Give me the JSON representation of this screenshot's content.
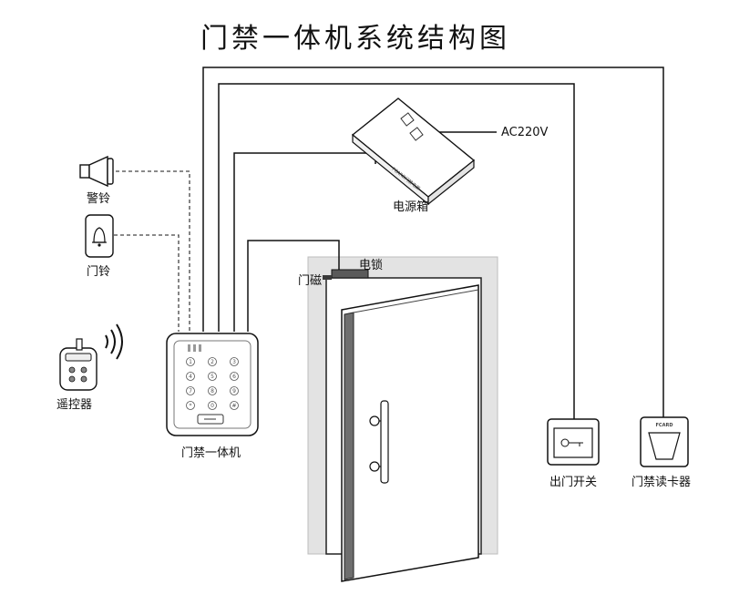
{
  "diagram": {
    "title": "门禁一体机系统结构图",
    "labels": {
      "alarm": "警铃",
      "doorbell": "门铃",
      "remote": "遥控器",
      "access_unit": "门禁一体机",
      "power_box": "电源箱",
      "ac_input": "AC220V",
      "electric_lock": "电锁",
      "door_magnet": "门磁",
      "exit_switch": "出门开关",
      "card_reader": "门禁读卡器"
    },
    "brand_text": {
      "power_box": "FCARD门禁电源",
      "card_reader": "FCARD"
    },
    "keypad_keys": [
      "1",
      "2",
      "3",
      "4",
      "5",
      "6",
      "7",
      "8",
      "9",
      "*",
      "0",
      "#"
    ],
    "colors": {
      "line": "#111111",
      "dashed_line": "#444444",
      "door_frame": "#e3e3e3",
      "door_body": "#ffffff",
      "door_edge": "#555555"
    }
  }
}
